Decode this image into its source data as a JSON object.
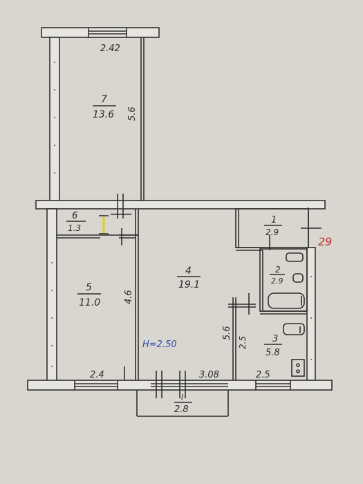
{
  "rooms": [
    {
      "number": "7",
      "area": "13.6"
    },
    {
      "number": "6",
      "area": "1.3"
    },
    {
      "number": "5",
      "area": "11.0"
    },
    {
      "number": "4",
      "area": "19.1"
    },
    {
      "number": "1",
      "area": "2.9"
    },
    {
      "number": "2",
      "area": "2.9"
    },
    {
      "number": "3",
      "area": "5.8"
    }
  ],
  "dimensions": {
    "room7_width": "2.42",
    "room7_length": "5.6",
    "room5_length": "4.6",
    "room5_width": "2.4",
    "room4_length": "5.6",
    "room4_width": "3.08",
    "room3_length": "2.5",
    "room3_width": "2.5",
    "balcony": "2.8"
  },
  "ceiling_height": "H=2.50",
  "red_annotation": "29",
  "colors": {
    "paper": "#d9d6cf",
    "ink": "#2f2f2f",
    "blue_ink": "#3050b0",
    "red_ink": "#c03030",
    "yellow": "#e0d020"
  }
}
